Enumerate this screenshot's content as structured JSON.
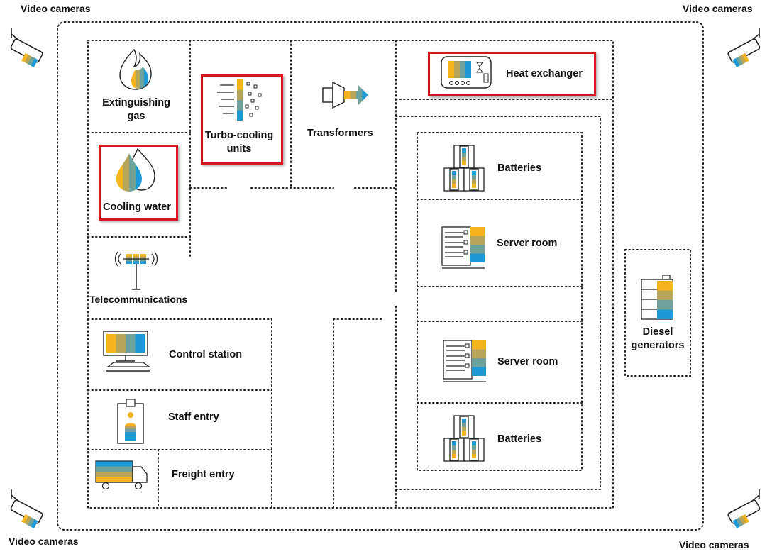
{
  "cameras": {
    "top_left": "Video cameras",
    "top_right": "Video cameras",
    "bottom_left": "Video cameras",
    "bottom_right": "Video cameras"
  },
  "areas": {
    "extinguishing_gas": "Extinguishing gas",
    "turbo_cooling": "Turbo-cooling units",
    "transformers": "Transformers",
    "heat_exchanger": "Heat exchanger",
    "cooling_water": "Cooling water",
    "telecommunications": "Telecommunications",
    "batteries_top": "Batteries",
    "server_room_top": "Server room",
    "diesel_generators": "Diesel generators",
    "control_station": "Control station",
    "server_room_bottom": "Server room",
    "staff_entry": "Staff entry",
    "batteries_bottom": "Batteries",
    "freight_entry": "Freight entry"
  },
  "colors": {
    "yellow": "#f5b41e",
    "khaki": "#b7a65a",
    "teal": "#6fa29a",
    "blue": "#1d9ad6",
    "highlight": "#d9151e",
    "line": "#222222"
  },
  "highlighted": [
    "turbo_cooling",
    "heat_exchanger",
    "cooling_water"
  ]
}
